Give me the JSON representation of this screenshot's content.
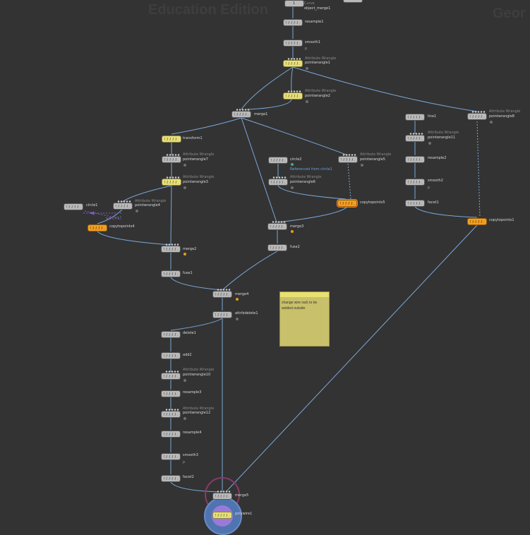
{
  "watermark": {
    "left_text": "Education Edition",
    "right_text": "Geor"
  },
  "sticky_note": {
    "text": "change wire rack to be welded outside"
  },
  "nodes": {
    "object_merge1": {
      "label": "object_merge1",
      "type": "Curve",
      "badge": "1"
    },
    "resample1": {
      "label": "resample1"
    },
    "smooth1": {
      "label": "smooth1",
      "sub": "p"
    },
    "pointwrangle1": {
      "label": "pointwrangle1",
      "type": "Attribute Wrangle"
    },
    "pointwrangle2": {
      "label": "pointwrangle2",
      "type": "Attribute Wrangle"
    },
    "merge1": {
      "label": "merge1"
    },
    "transform1": {
      "label": "transform1"
    },
    "pointwrangle7": {
      "label": "pointwrangle7",
      "type": "Attribute Wrangle"
    },
    "pointwrangle3": {
      "label": "pointwrangle3",
      "type": "Attribute Wrangle"
    },
    "circle1": {
      "label": "circle1"
    },
    "pointwrangle4": {
      "label": "pointwrangle4",
      "type": "Attribute Wrangle"
    },
    "copytopoints4": {
      "label": "copytopoints4"
    },
    "merge2": {
      "label": "merge2"
    },
    "fuse1": {
      "label": "fuse1"
    },
    "circle2": {
      "label": "circle2",
      "ref": "Referenced from circle1"
    },
    "pointwrangle6": {
      "label": "pointwrangle6",
      "type": "Attribute Wrangle"
    },
    "pointwrangle5": {
      "label": "pointwrangle5",
      "type": "Attribute Wrangle"
    },
    "copytopoints5": {
      "label": "copytopoints5"
    },
    "merge3": {
      "label": "merge3"
    },
    "fuse2": {
      "label": "fuse2"
    },
    "merge4": {
      "label": "merge4"
    },
    "attribdelete1": {
      "label": "attribdelete1"
    },
    "line1": {
      "label": "line1"
    },
    "pointwrangle11": {
      "label": "pointwrangle11",
      "type": "Attribute Wrangle"
    },
    "resample2": {
      "label": "resample2"
    },
    "smooth2": {
      "label": "smooth2",
      "sub": "p"
    },
    "facet1": {
      "label": "facet1"
    },
    "pointwrangle8": {
      "label": "pointwrangle8",
      "type": "Attribute Wrangle"
    },
    "copytopoints1": {
      "label": "copytopoints1"
    },
    "delete1": {
      "label": "delete1"
    },
    "add2": {
      "label": "add2"
    },
    "pointwrangle10": {
      "label": "pointwrangle10",
      "type": "Attribute Wrangle"
    },
    "resample3": {
      "label": "resample3"
    },
    "pointwrangle12": {
      "label": "pointwrangle12",
      "type": "Attribute Wrangle"
    },
    "resample4": {
      "label": "resample4"
    },
    "smooth3": {
      "label": "smooth3",
      "sub": "p"
    },
    "facet2": {
      "label": "facet2"
    },
    "merge5": {
      "label": "merge5"
    },
    "polywire1": {
      "label": "polywire1"
    }
  },
  "colors": {
    "background": "#333333",
    "wire": "#7aa7d8",
    "wire_secondary": "#5f5f5f",
    "node_default": "#b9b9b9",
    "node_wrangle": "#e7df7a",
    "node_copy": "#f0a020",
    "display_flag": "#4f74b0",
    "render_flag": "#8a3a6a",
    "sticky": "#c8c06a"
  }
}
